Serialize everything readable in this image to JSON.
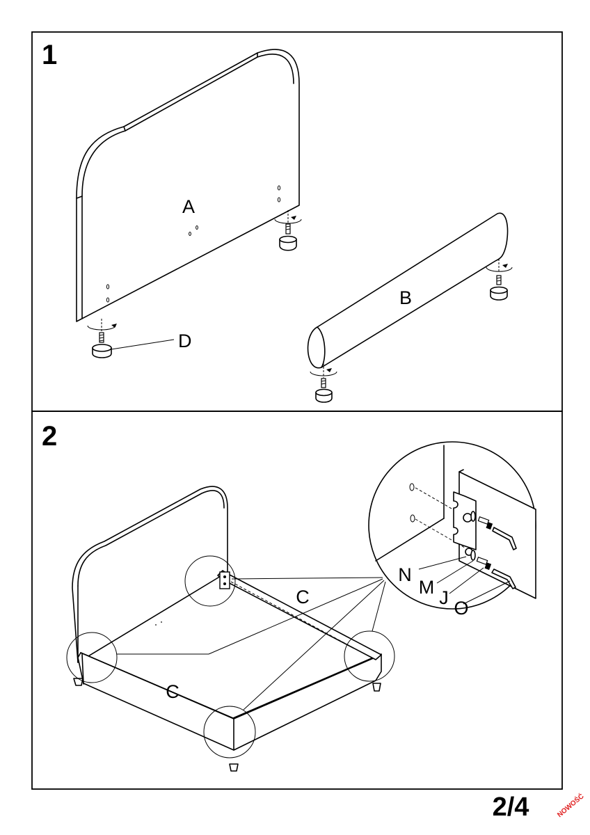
{
  "steps": [
    {
      "number": "1",
      "labels": {
        "headboard": "A",
        "footboard": "B",
        "foot": "D"
      }
    },
    {
      "number": "2",
      "labels": {
        "rail_side": "C",
        "rail_front": "C",
        "plate": "N",
        "washer": "M",
        "bolt": "J",
        "key": "O"
      }
    }
  ],
  "page": {
    "number": "2/4"
  },
  "badge": {
    "text": "NOWOŚĆ",
    "color": "#e02020"
  },
  "icons": [
    "rotation-arrow-icon",
    "screw-icon",
    "allen-key-icon",
    "foot-icon"
  ]
}
